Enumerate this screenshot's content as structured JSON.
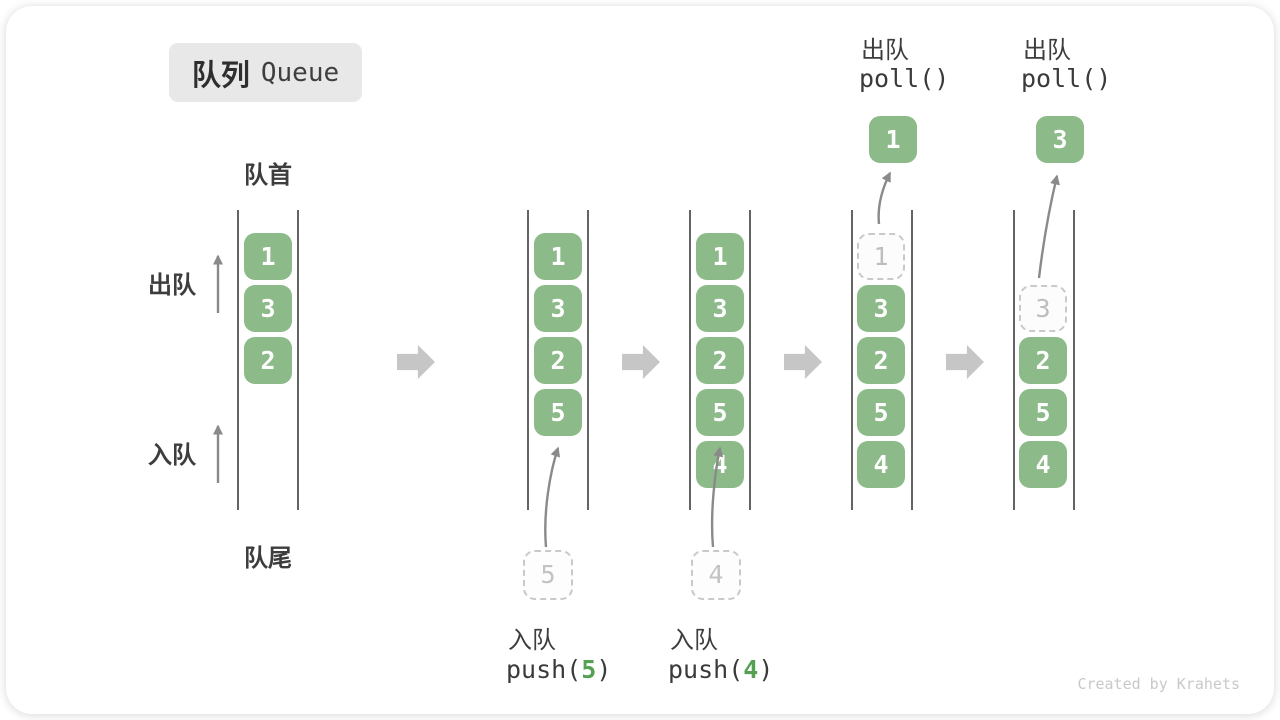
{
  "title": {
    "zh": "队列",
    "en": "Queue"
  },
  "labels": {
    "front": "队首",
    "rear": "队尾",
    "dequeue": "出队",
    "enqueue": "入队"
  },
  "watermark": "Created by Krahets",
  "colors": {
    "item_green": "#8cba89",
    "code_arg_green": "#55a053",
    "block_arrow_gray": "#c6c6c6",
    "dashed_border_gray": "#c9c9c9",
    "text_dark": "#3d3d3d",
    "watermark_gray": "#c9c9c9"
  },
  "columns": [
    {
      "slots": [
        {
          "v": "1"
        },
        {
          "v": "3"
        },
        {
          "v": "2"
        }
      ]
    },
    {
      "slots": [
        {
          "v": "1"
        },
        {
          "v": "3"
        },
        {
          "v": "2"
        },
        {
          "v": "5"
        }
      ],
      "staged": {
        "v": "5"
      },
      "caption": {
        "zh": "入队",
        "fn": "push(",
        "arg": "5",
        "close": ")"
      }
    },
    {
      "slots": [
        {
          "v": "1"
        },
        {
          "v": "3"
        },
        {
          "v": "2"
        },
        {
          "v": "5"
        },
        {
          "v": "4"
        }
      ],
      "staged": {
        "v": "4"
      },
      "caption": {
        "zh": "入队",
        "fn": "push(",
        "arg": "4",
        "close": ")"
      }
    },
    {
      "slots": [
        {
          "v": "1",
          "removed": true
        },
        {
          "v": "3"
        },
        {
          "v": "2"
        },
        {
          "v": "5"
        },
        {
          "v": "4"
        }
      ],
      "out": {
        "v": "1"
      },
      "caption": {
        "zh": "出队",
        "fn": "poll()"
      }
    },
    {
      "slots": [
        {
          "v": "3",
          "removed": true
        },
        {
          "v": "2"
        },
        {
          "v": "5"
        },
        {
          "v": "4"
        }
      ],
      "out": {
        "v": "3"
      },
      "caption": {
        "zh": "出队",
        "fn": "poll()"
      }
    }
  ]
}
